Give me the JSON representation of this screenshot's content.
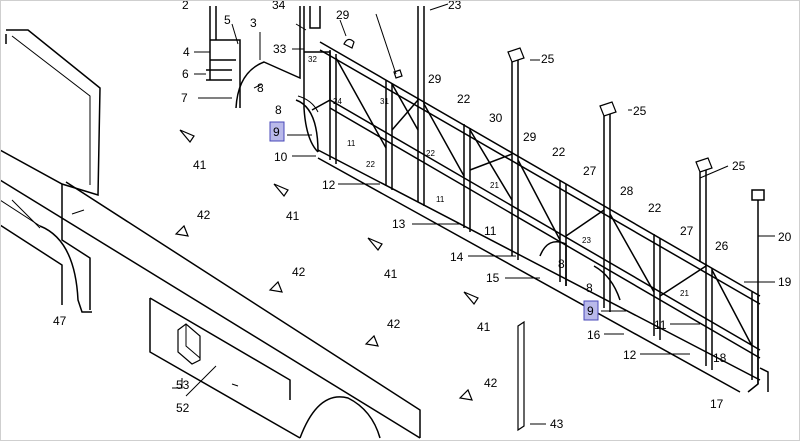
{
  "callouts": {
    "c2": "2",
    "c5": "5",
    "c3": "3",
    "c34": "34",
    "c29a": "29",
    "c23": "23",
    "c4": "4",
    "c33": "33",
    "c6": "6",
    "c25a": "25",
    "c7": "7",
    "c8a": "8",
    "c29b": "29",
    "c8b": "8",
    "c22a": "22",
    "c25b": "25",
    "c9a": "9",
    "c30": "30",
    "c29c": "29",
    "c10": "10",
    "c22b": "22",
    "c41a": "41",
    "c12a": "12",
    "c27a": "27",
    "c25c": "25",
    "c41b": "41",
    "c28": "28",
    "c42a": "42",
    "c22c": "22",
    "c13": "13",
    "c11a": "11",
    "c27b": "27",
    "c20": "20",
    "c26": "26",
    "c14": "14",
    "c8c": "8",
    "c42b": "42",
    "c41c": "41",
    "c15": "15",
    "c19": "19",
    "c8d": "8",
    "c9b": "9",
    "c41d": "41",
    "c47": "47",
    "c42c": "42",
    "c11b": "11",
    "c16": "16",
    "c12b": "12",
    "c18": "18",
    "c53": "53",
    "c42d": "42",
    "c52": "52",
    "c17": "17",
    "c43": "43"
  },
  "inline_labels": {
    "i32": "32",
    "i24": "24",
    "i31": "31",
    "i11a": "11",
    "i22a": "22",
    "i22b": "22",
    "i11b": "11",
    "i21a": "21",
    "i23": "23",
    "i21b": "21"
  }
}
